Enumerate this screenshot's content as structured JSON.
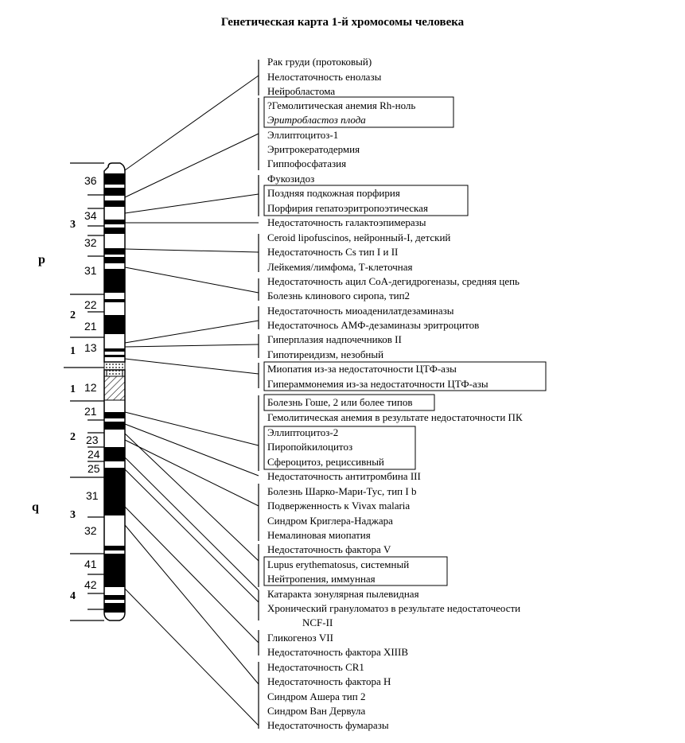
{
  "title": "Генетическая карта 1-й хромосомы человека",
  "arms": {
    "p": "p",
    "q": "q"
  },
  "regions": {
    "p3": "3",
    "p2": "2",
    "p1": "1",
    "q1": "1",
    "q2": "2",
    "q3": "3",
    "q4": "4"
  },
  "bands": {
    "b36": "36",
    "b34": "34",
    "b32": "32",
    "b31": "31",
    "b22": "22",
    "b21p": "21",
    "b13": "13",
    "b12": "12",
    "b21q": "21",
    "b23": "23",
    "b24": "24",
    "b25": "25",
    "b31q": "31",
    "b32q": "32",
    "b41": "41",
    "b42": "42"
  },
  "diseases": [
    "Рак груди (протоковый)",
    "Нелостаточность енолазы",
    "Нейробластома",
    "?Гемолитическая анемия Rh-ноль",
    "Эритробластоз плода",
    "Эллиптоцитоз-1",
    "Эритрокератодермия",
    "Гиппофосфатазия",
    "Фукозидоз",
    "Поздняя подкожная порфирия",
    "Порфирия гепатоэритропоэтическая",
    "Недостаточность галактоэпимеразы",
    "Ceroid lipofuscinos, нейронный-I, детский",
    "Недостаточность Cs тип I и II",
    "Лейкемия/лимфома, Т-клеточная",
    "Недостаточность ацил CoA-дегидрогеназы, средняя цепь",
    "Болезнь клинового сиропа, тип2",
    "Недостаточность миоаденилатдезаминазы",
    "Недостаточнось АМФ-дезаминазы эритроцитов",
    "Гиперплазия надпочечников II",
    "Гипотиреидизм, незобный",
    "Миопатия из-за недостаточности ЦТФ-азы",
    "Гипераммонемия из-за недостаточности ЦТФ-азы",
    "Болезнь Гоше, 2 или более типов",
    "Гемолитическая анемия в результате недостаточности ПК",
    "Эллиптоцитоз-2",
    "Пиропойкилоцитоз",
    "Сфероцитоз, рециссивный",
    "Недостаточность антитромбина III",
    "Болезнь Шарко-Мари-Тус, тип I b",
    "Подверженность к Vivax malaria",
    "Синдром Криглера-Наджара",
    "Немалиновая миопатия",
    "Недостаточность фактора V",
    "Lupus erythematosus, системный",
    "Нейтропения, иммунная",
    "Катаракта зонулярная пылевидная",
    "Хронический грануломатоз в результате недостаточеости",
    "NCF-II",
    "Гликогеноз VII",
    "Недостаточность фактора XIIIB",
    "Недостаточность CR1",
    "Недостаточность фактора H",
    "Синдром Ашера тип 2",
    "Синдром Ван Дервула",
    "Недостаточность фумаразы"
  ]
}
